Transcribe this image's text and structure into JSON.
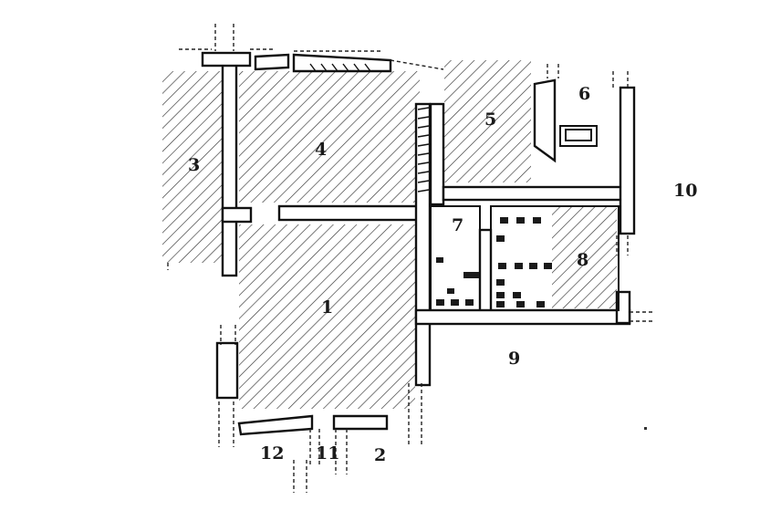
{
  "plan": {
    "colors": {
      "wall": "#ffffff",
      "wall_stroke": "#111111",
      "hatch": "#333333",
      "background": "#ffffff",
      "pillar": "#1a1a1a"
    },
    "rooms": [
      {
        "id": "r1",
        "label": "1"
      },
      {
        "id": "r2",
        "label": "2"
      },
      {
        "id": "r3",
        "label": "3"
      },
      {
        "id": "r4",
        "label": "4"
      },
      {
        "id": "r5",
        "label": "5"
      },
      {
        "id": "r6",
        "label": "6"
      },
      {
        "id": "r7",
        "label": "7"
      },
      {
        "id": "r8",
        "label": "8"
      },
      {
        "id": "r9",
        "label": "9"
      },
      {
        "id": "r10",
        "label": "10"
      },
      {
        "id": "r11",
        "label": "11"
      },
      {
        "id": "r12",
        "label": "12"
      }
    ]
  }
}
